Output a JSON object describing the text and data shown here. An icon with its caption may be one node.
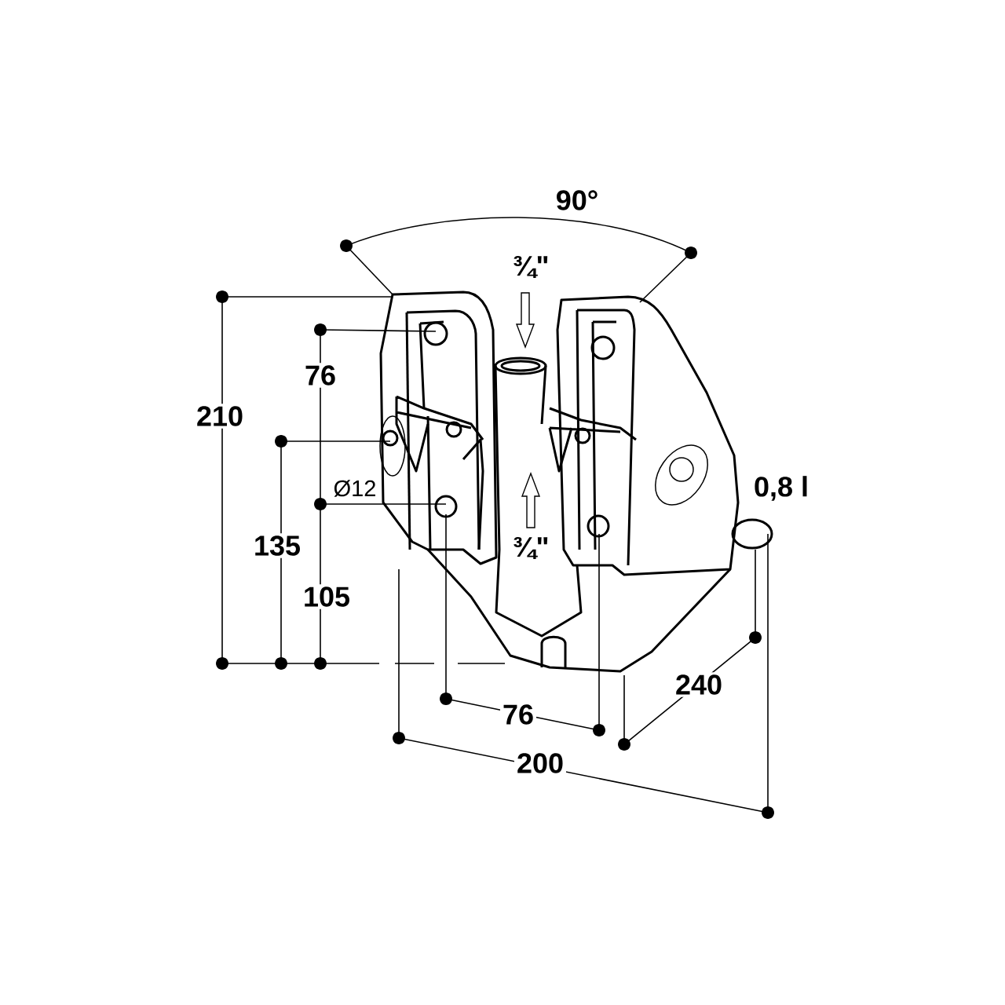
{
  "diagram": {
    "labels": [
      "90°",
      "¾\"",
      "76",
      "210",
      "Ø12",
      "0,8 l",
      "135",
      "¾\"",
      "105",
      "240",
      "76",
      "200"
    ]
  }
}
